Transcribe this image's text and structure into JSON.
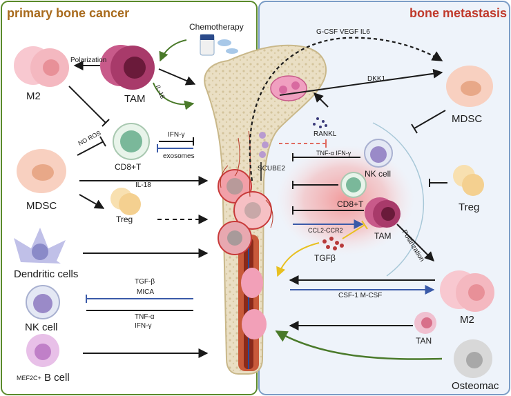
{
  "titles": {
    "left": "primary bone cancer",
    "right": "bone metastasis"
  },
  "treatment": {
    "chemotherapy": "Chemotherapy"
  },
  "left_panel": {
    "m2": "M2",
    "tam": "TAM",
    "polarization": "Polarization",
    "il18_curve": "IL-18",
    "cd8t": "CD8+T",
    "no_ros": "NO ROS",
    "ifn_gamma": "IFN-γ",
    "exosomes": "exosomes",
    "mdsc": "MDSC",
    "il18_line": "IL-18",
    "treg": "Treg",
    "dendritic": "Dendritic cells",
    "nk_cell": "NK cell",
    "tgf_beta": "TGF-β",
    "mica": "MICA",
    "tnf_alpha": "TNF-α",
    "ifn_gamma_2": "IFN-γ",
    "b_cell_prefix": "MEF2C+",
    "b_cell": "B cell"
  },
  "right_panel": {
    "cytokines_top": "G-CSF VEGF IL6",
    "dkk1": "DKK1",
    "mdsc": "MDSC",
    "rankl": "RANKL",
    "scube2": "SCUBE2",
    "tnf_ifn": "TNF-α IFN-γ",
    "nk_cell": "NK cell",
    "cd8t": "CD8+T",
    "treg": "Treg",
    "ccl2_ccr2": "CCL2-CCR2",
    "tam": "TAM",
    "polarization": "Polarization",
    "tgf_beta": "TGFβ",
    "m2": "M2",
    "csf1_mcsf": "CSF-1 M-CSF",
    "tan": "TAN",
    "osteomac": "Osteomac"
  },
  "colors": {
    "left_border": "#5a8a2a",
    "right_border": "#7a9cc6",
    "right_bg": "#eef3fa",
    "left_title": "#a86a1c",
    "right_title": "#c0392b",
    "inhibit_blue": "#3a5aa8",
    "green_arrow": "#4a7a2a",
    "yellow_arrow": "#e8c020",
    "tumor_glow": "#f4a0a0"
  }
}
